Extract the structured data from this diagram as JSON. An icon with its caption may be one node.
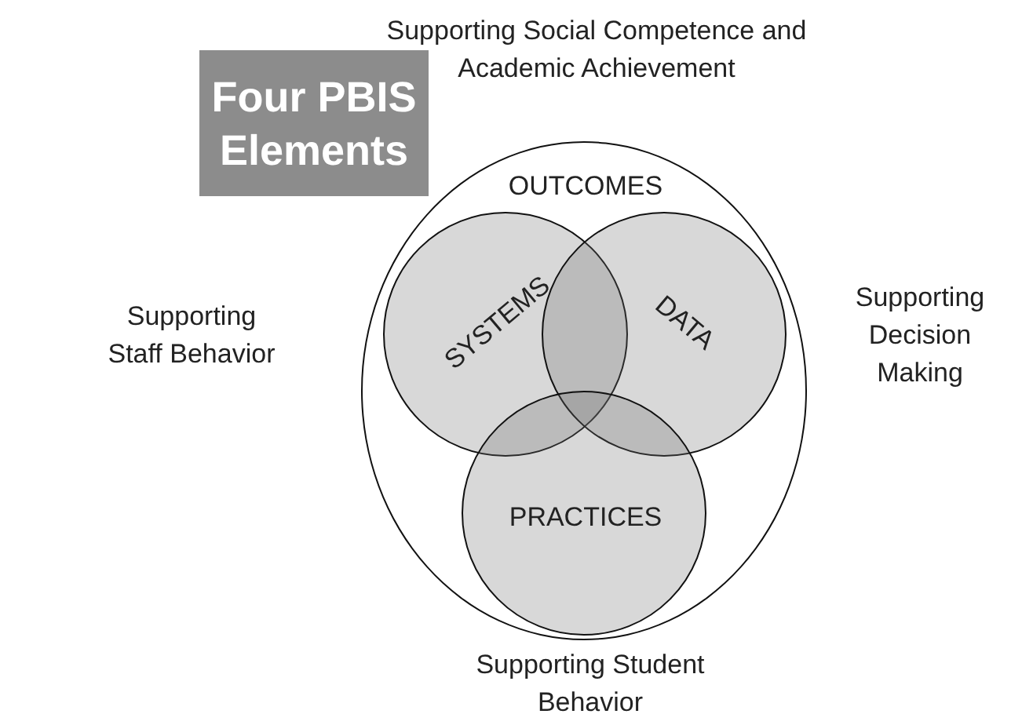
{
  "diagram": {
    "title": "Four PBIS Elements",
    "nodes": [
      {
        "text": [
          "OUTCOMES"
        ]
      },
      {
        "text": [
          "SYSTEMS"
        ],
        "in": 0
      },
      {
        "text": [
          "DATA"
        ],
        "in": 0
      },
      {
        "text": [
          "PRACTICES"
        ],
        "in": 0
      }
    ],
    "edges": [],
    "labels": [
      "Supporting Social Competence and Academic Achievement",
      "Supporting Staff Behavior",
      "Supporting Decision Making",
      "Supporting Student Behavior"
    ]
  }
}
